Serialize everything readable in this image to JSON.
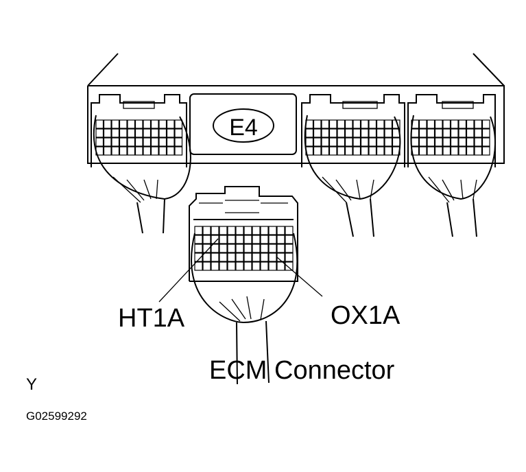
{
  "ecu_label": "E4",
  "labels": {
    "ht1a": "HT1A",
    "ox1a": "OX1A",
    "ecm_connector": "ECM Connector"
  },
  "footer": {
    "letter": "Y",
    "code": "G02599292"
  },
  "colors": {
    "ink": "#000000",
    "paper": "#ffffff"
  }
}
